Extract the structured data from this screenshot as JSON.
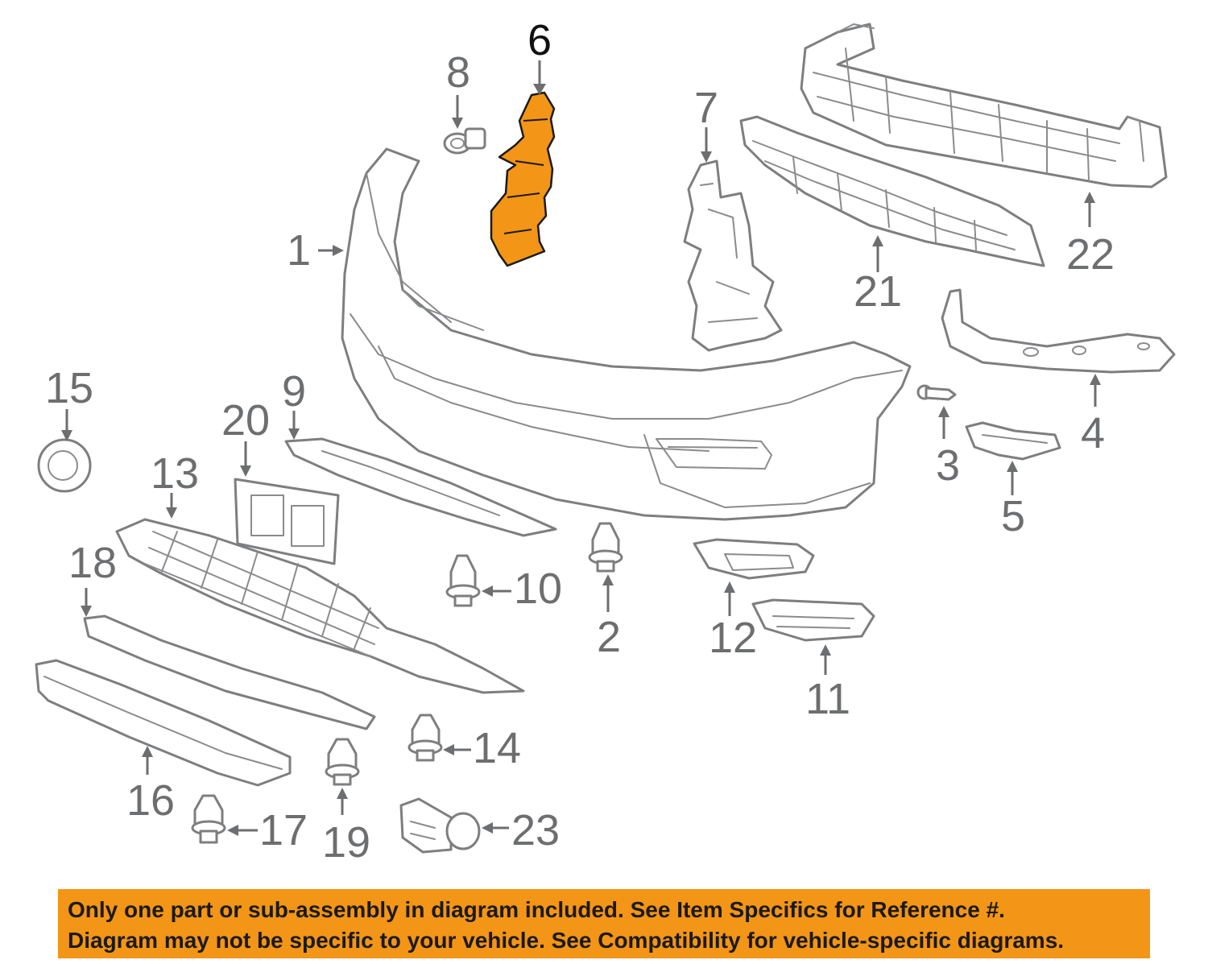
{
  "diagram": {
    "highlighted_part": "6",
    "highlight_color": "#f39516",
    "line_color": "#7d7e80",
    "callouts": [
      {
        "id": "c1",
        "label": "1"
      },
      {
        "id": "c2",
        "label": "2"
      },
      {
        "id": "c3",
        "label": "3"
      },
      {
        "id": "c4",
        "label": "4"
      },
      {
        "id": "c5",
        "label": "5"
      },
      {
        "id": "c6",
        "label": "6"
      },
      {
        "id": "c7",
        "label": "7"
      },
      {
        "id": "c8",
        "label": "8"
      },
      {
        "id": "c9",
        "label": "9"
      },
      {
        "id": "c10",
        "label": "10"
      },
      {
        "id": "c11",
        "label": "11"
      },
      {
        "id": "c12",
        "label": "12"
      },
      {
        "id": "c13",
        "label": "13"
      },
      {
        "id": "c14",
        "label": "14"
      },
      {
        "id": "c15",
        "label": "15"
      },
      {
        "id": "c16",
        "label": "16"
      },
      {
        "id": "c17",
        "label": "17"
      },
      {
        "id": "c18",
        "label": "18"
      },
      {
        "id": "c19",
        "label": "19"
      },
      {
        "id": "c20",
        "label": "20"
      },
      {
        "id": "c21",
        "label": "21"
      },
      {
        "id": "c22",
        "label": "22"
      },
      {
        "id": "c23",
        "label": "23"
      }
    ]
  },
  "notice": {
    "line1": "Only one part or sub-assembly in diagram included. See Item Specifics for Reference #.",
    "line2": "Diagram may not be specific to your vehicle. See Compatibility for vehicle-specific diagrams.",
    "background": "#f39516"
  }
}
